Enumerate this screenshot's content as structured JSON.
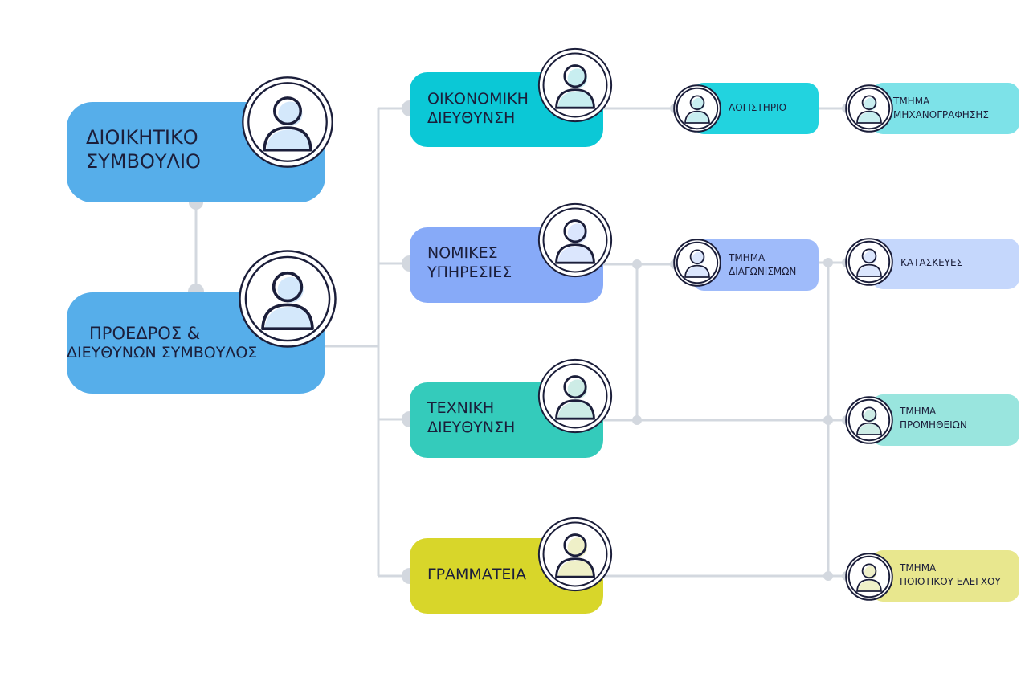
{
  "colors": {
    "board": "#56aeea",
    "finance": "#0bc8d6",
    "legal": "#87aaf8",
    "technical": "#34cbbb",
    "secretariat": "#d8d62a",
    "accounting": "#22d3df",
    "it": "#7de2e8",
    "tenders": "#9fbbfa",
    "construction": "#c5d7fc",
    "procurement": "#99e5de",
    "quality": "#e8e78e",
    "connector": "#d3d8df"
  },
  "nodes": {
    "board": {
      "line1": "ΔΙΟΙΚΗΤΙΚΟ",
      "line2": "ΣΥΜΒΟΥΛΙΟ",
      "icon": "person-avatar-icon"
    },
    "president": {
      "line1": "ΠΡΟΕΔΡΟΣ &",
      "line2": "ΔΙΕΥΘΥΝΩΝ ΣΥΜΒΟΥΛΟΣ",
      "icon": "person-avatar-icon"
    },
    "finance": {
      "line1": "ΟΙΚΟΝΟΜΙΚΗ",
      "line2": "ΔΙΕΥΘΥΝΣΗ",
      "icon": "person-avatar-icon"
    },
    "legal": {
      "line1": "ΝΟΜΙΚΕΣ",
      "line2": "ΥΠΗΡΕΣΙΕΣ",
      "icon": "person-avatar-icon"
    },
    "technical": {
      "line1": "ΤΕΧΝΙΚΗ",
      "line2": "ΔΙΕΥΘΥΝΣΗ",
      "icon": "person-avatar-icon"
    },
    "secretariat": {
      "line1": "ΓΡΑΜΜΑΤΕΙΑ",
      "icon": "person-avatar-icon"
    },
    "accounting": {
      "line1": "ΛΟΓΙΣΤΗΡΙΟ",
      "icon": "person-avatar-icon"
    },
    "it": {
      "line1": "ΤΜΗΜΑ",
      "line2": "ΜΗΧΑΝΟΓΡΑΦΗΣΗΣ",
      "icon": "person-avatar-icon"
    },
    "tenders": {
      "line1": "ΤΜΗΜΑ",
      "line2": "ΔΙΑΓΩΝΙΣΜΩΝ",
      "icon": "person-avatar-icon"
    },
    "construction": {
      "line1": "ΚΑΤΑΣΚΕΥΕΣ",
      "icon": "person-avatar-icon"
    },
    "procurement": {
      "line1": "ΤΜΗΜΑ",
      "line2": "ΠΡΟΜΗΘΕΙΩΝ",
      "icon": "person-avatar-icon"
    },
    "quality": {
      "line1": "ΤΜΗΜΑ",
      "line2": "ΠΟΙΟΤΙΚΟΥ ΕΛΕΓΧΟΥ",
      "icon": "person-avatar-icon"
    }
  }
}
